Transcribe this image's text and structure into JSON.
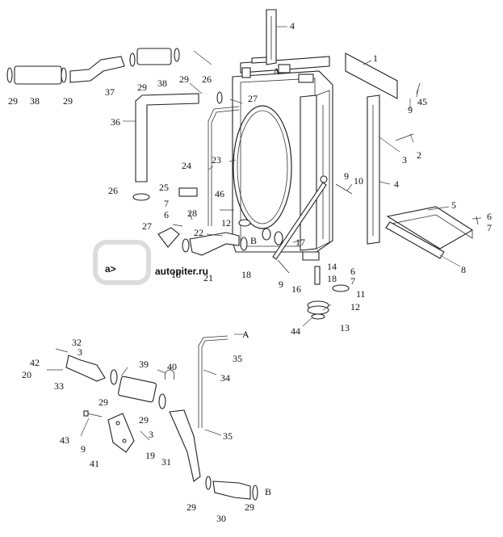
{
  "watermark": {
    "text": "autopiter.ru",
    "color": "#d9d9d9"
  },
  "callouts": {
    "c1": "1",
    "c2": "2",
    "c3a": "3",
    "c4a": "4",
    "c4b": "4",
    "c5": "5",
    "c6a": "6",
    "c6b": "6",
    "c6c": "6",
    "c7a": "7",
    "c7b": "7",
    "c7c": "7",
    "c8": "8",
    "c9a": "9",
    "c9b": "9",
    "c9c": "9",
    "c9d": "9",
    "c10": "10",
    "c11": "11",
    "c12a": "12",
    "c12b": "12",
    "c13": "13",
    "c14": "14",
    "c16": "16",
    "c17": "17",
    "c18a": "18",
    "c18b": "18",
    "c18c": "18",
    "c19": "19",
    "c20": "20",
    "c21": "21",
    "c22": "22",
    "c23": "23",
    "c24": "24",
    "c25": "25",
    "c26a": "26",
    "c26b": "26",
    "c27a": "27",
    "c27b": "27",
    "c28": "28",
    "c29a": "29",
    "c29b": "29",
    "c29c": "29",
    "c29d": "29",
    "c29e": "29",
    "c29f": "29",
    "c29g": "29",
    "c29h": "29",
    "c30": "30",
    "c31": "31",
    "c32": "32",
    "c33": "33",
    "c3b": "3",
    "c3c": "3",
    "c34": "34",
    "c35a": "35",
    "c35b": "35",
    "c36": "36",
    "c37": "37",
    "c38a": "38",
    "c38b": "38",
    "c39": "39",
    "c40": "40",
    "c41": "41",
    "c42": "42",
    "c43": "43",
    "c44": "44",
    "c45": "45",
    "c46": "46",
    "refA1": "A",
    "refA2": "A",
    "refB1": "B",
    "refB2": "B"
  }
}
